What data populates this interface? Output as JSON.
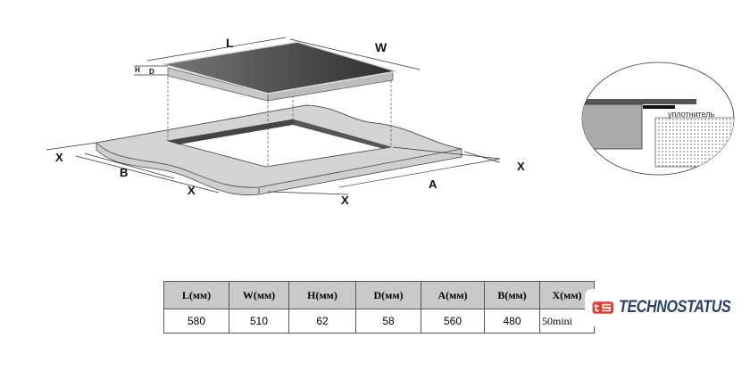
{
  "diagram": {
    "labels": {
      "L": "L",
      "W": "W",
      "H": "H",
      "D": "D",
      "X": "X",
      "A": "A",
      "B": "B"
    },
    "detail_label": "уплотнитель"
  },
  "table": {
    "headers": [
      "L(мм)",
      "W(мм)",
      "H(мм)",
      "D(мм)",
      "A(мм)",
      "B(мм)",
      "X(мм)"
    ],
    "values": [
      "580",
      "510",
      "62",
      "58",
      "560",
      "480",
      "50mini"
    ]
  },
  "logo": {
    "text": "TECHNOSTATUS",
    "color": "#e23a2f",
    "text_color": "#2b3f6c"
  }
}
